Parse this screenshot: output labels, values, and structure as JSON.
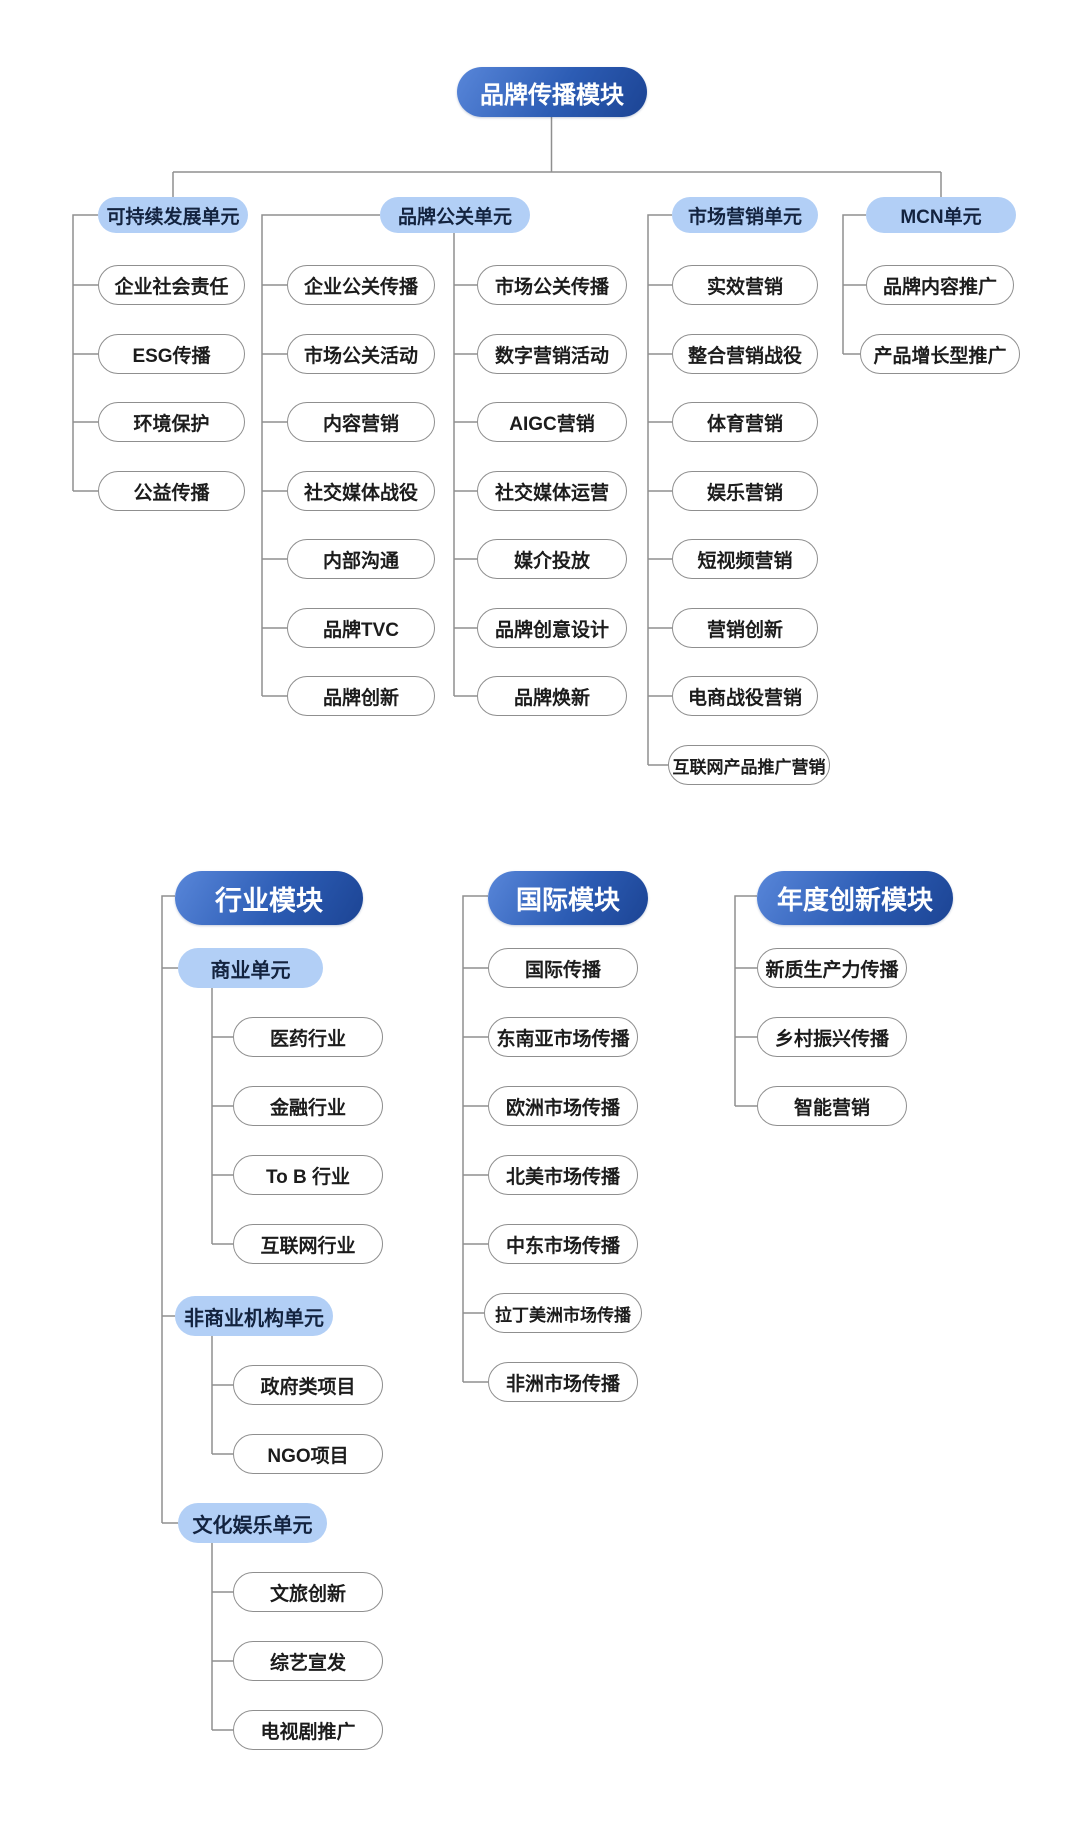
{
  "colors": {
    "dark_blue_gradient_start": "#5886d9",
    "dark_blue_gradient_end": "#1c4494",
    "light_blue": "#b2cff6",
    "line_gray": "#8f8f8f",
    "white_pill_border": "#8f8f8f",
    "header_text_dark": "#13233f",
    "leaf_text": "#1c1c1c",
    "background": "#ffffff"
  },
  "main_tree": {
    "root": "品牌传播模块",
    "branches": [
      {
        "label": "可持续发展单元",
        "children": [
          "企业社会责任",
          "ESG传播",
          "环境保护",
          "公益传播"
        ]
      },
      {
        "label": "品牌公关单元",
        "children_left": [
          "企业公关传播",
          "市场公关活动",
          "内容营销",
          "社交媒体战役",
          "内部沟通",
          "品牌TVC",
          "品牌创新"
        ],
        "children_right": [
          "市场公关传播",
          "数字营销活动",
          "AIGC营销",
          "社交媒体运营",
          "媒介投放",
          "品牌创意设计",
          "品牌焕新"
        ]
      },
      {
        "label": "市场营销单元",
        "children": [
          "实效营销",
          "整合营销战役",
          "体育营销",
          "娱乐营销",
          "短视频营销",
          "营销创新",
          "电商战役营销",
          "互联网产品推广营销"
        ]
      },
      {
        "label": "MCN单元",
        "children": [
          "品牌内容推广",
          "产品增长型推广"
        ]
      }
    ]
  },
  "industry_tree": {
    "root": "行业模块",
    "units": [
      {
        "label": "商业单元",
        "children": [
          "医药行业",
          "金融行业",
          "To B 行业",
          "互联网行业"
        ]
      },
      {
        "label": "非商业机构单元",
        "children": [
          "政府类项目",
          "NGO项目"
        ]
      },
      {
        "label": "文化娱乐单元",
        "children": [
          "文旅创新",
          "综艺宣发",
          "电视剧推广"
        ]
      }
    ]
  },
  "international_tree": {
    "root": "国际模块",
    "children": [
      "国际传播",
      "东南亚市场传播",
      "欧洲市场传播",
      "北美市场传播",
      "中东市场传播",
      "拉丁美洲市场传播",
      "非洲市场传播"
    ]
  },
  "innovation_tree": {
    "root": "年度创新模块",
    "children": [
      "新质生产力传播",
      "乡村振兴传播",
      "智能营销"
    ]
  }
}
